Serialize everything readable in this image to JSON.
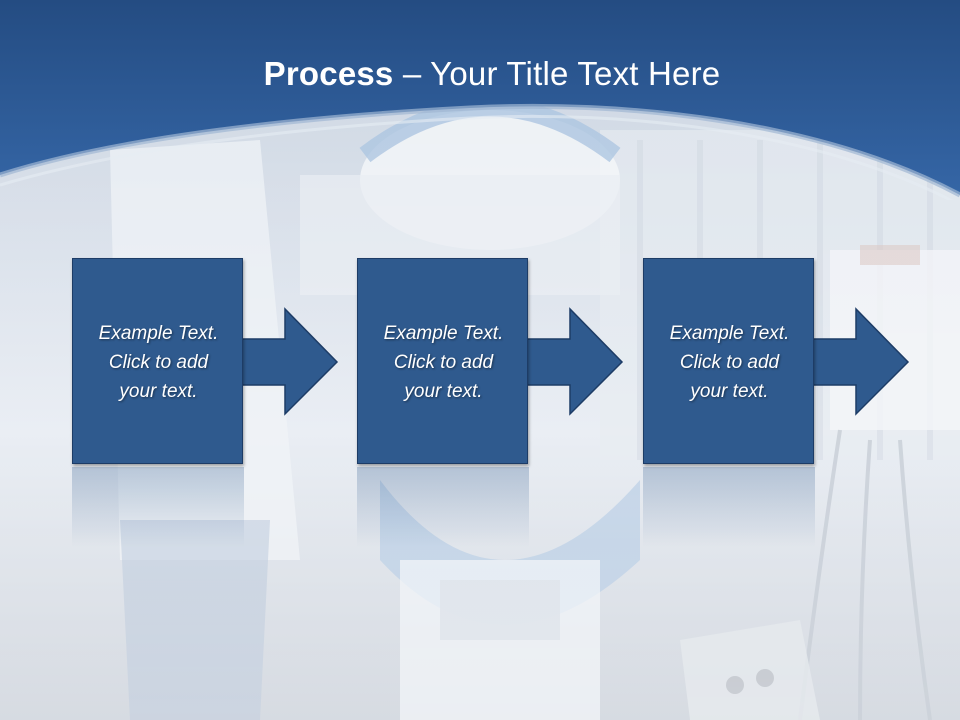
{
  "slide": {
    "title_bold": "Process",
    "title_rest": " – Your Title Text Here",
    "header_color": "#2f5c95",
    "box_color": "#2f5a8e"
  },
  "steps": [
    {
      "text": "Example Text.\nClick  to add\nyour text."
    },
    {
      "text": "Example Text.\nClick  to add\nyour text."
    },
    {
      "text": "Example Text.\nClick  to add\nyour text."
    }
  ],
  "icons": {
    "step_arrow": "right-arrow-icon"
  }
}
